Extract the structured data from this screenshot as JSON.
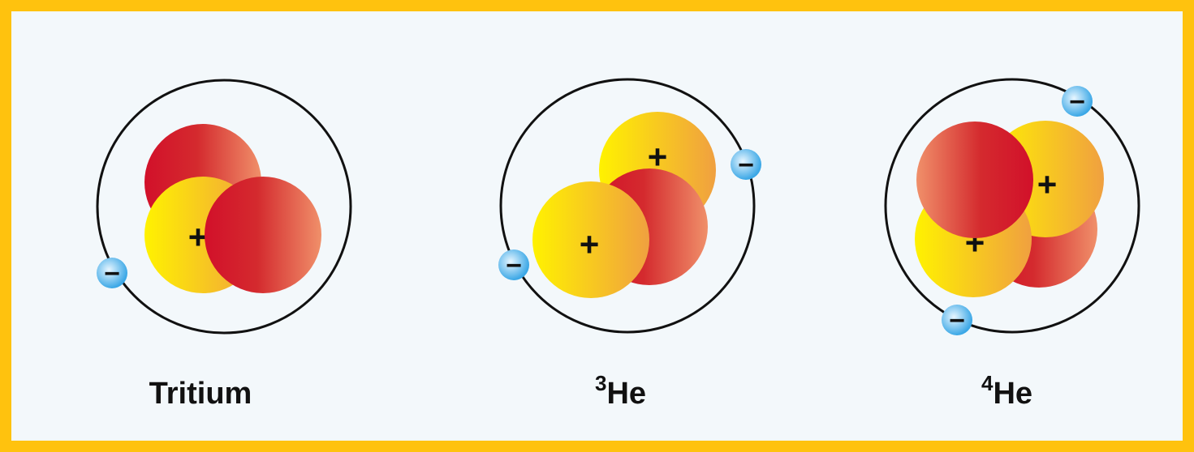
{
  "figure": {
    "colors": {
      "border": "#FFC20E",
      "background": "#F3F8FB",
      "orbit": "#111111",
      "proton_light": "#FFF200",
      "proton_dark": "#F0A040",
      "neutron_light": "#F0906A",
      "neutron_dark": "#D2102A",
      "electron_light": "#E8F6FF",
      "electron_dark": "#3AA7E6"
    },
    "atoms": [
      {
        "id": "tritium",
        "label": "Tritium",
        "superscript": "",
        "protons": 1,
        "neutrons": 2,
        "electrons": 1,
        "proton_sign": "+",
        "electron_sign": "−"
      },
      {
        "id": "helium-3",
        "label": "He",
        "superscript": "3",
        "protons": 2,
        "neutrons": 1,
        "electrons": 2,
        "proton_sign": "+",
        "electron_sign": "−"
      },
      {
        "id": "helium-4",
        "label": "He",
        "superscript": "4",
        "protons": 2,
        "neutrons": 2,
        "electrons": 2,
        "proton_sign": "+",
        "electron_sign": "−"
      }
    ]
  }
}
